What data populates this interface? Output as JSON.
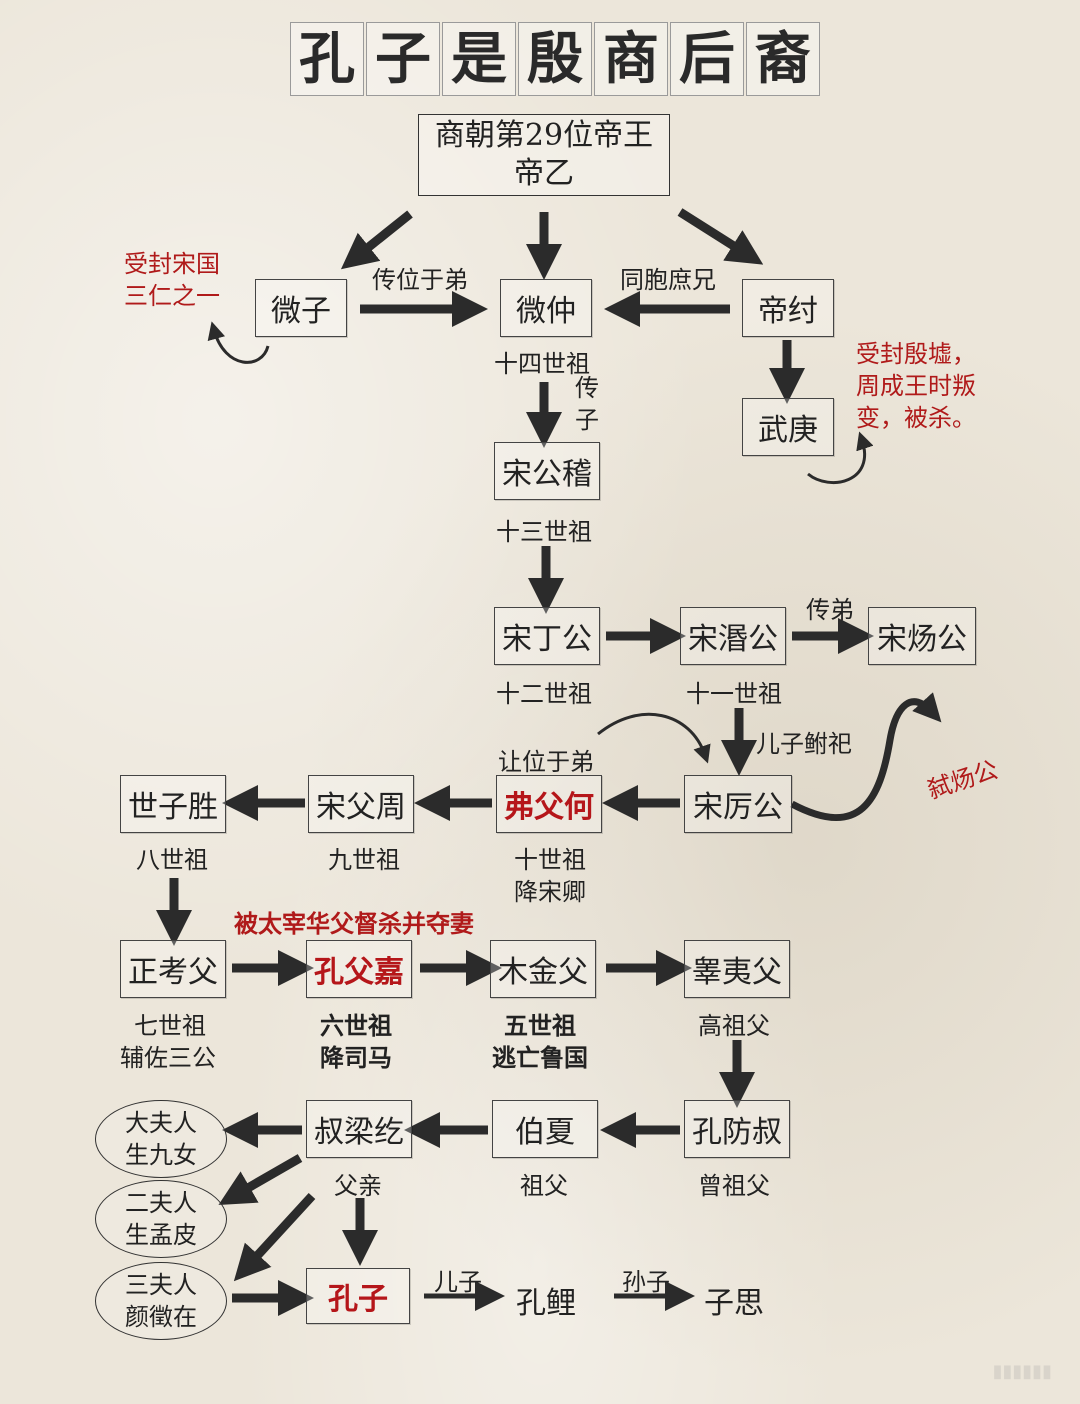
{
  "title_chars": [
    "孔",
    "子",
    "是",
    "殷",
    "商",
    "后",
    "裔"
  ],
  "root": {
    "line1": "商朝第29位帝王",
    "line2": "帝乙"
  },
  "nodes": {
    "weizi": "微子",
    "weizhong": "微仲",
    "dizhou": "帝纣",
    "wugeng": "武庚",
    "songgongji": "宋公稽",
    "songdinggong": "宋丁公",
    "songmingong": "宋湣公",
    "songyanggong": "宋炀公",
    "songligong": "宋厉公",
    "fufuhe": "弗父何",
    "songfuzhou": "宋父周",
    "shizisheng": "世子胜",
    "zhengkaofu": "正考父",
    "kongfujia": "孔父嘉",
    "mujinfu": "木金父",
    "gaoyifu": "睾夷父",
    "kongfangshu": "孔防叔",
    "boxia": "伯夏",
    "shulianghe": "叔梁纥",
    "kongzi": "孔子",
    "kongli": "孔鲤",
    "zisi": "子思"
  },
  "wives": [
    {
      "line1": "大夫人",
      "line2": "生九女"
    },
    {
      "line1": "二夫人",
      "line2": "生孟皮"
    },
    {
      "line1": "三夫人",
      "line2": "颜徵在"
    }
  ],
  "labels": {
    "chuanweiyudi": "传位于弟",
    "tongbaoshuxiong": "同胞庶兄",
    "shisishizu": "十四世祖",
    "chuanzi_1": "传",
    "chuanzi_2": "子",
    "shisanshizu": "十三世祖",
    "shiershizu": "十二世祖",
    "shiyishizu": "十一世祖",
    "chuandi": "传弟",
    "erziquji": "儿子鲋祀",
    "rangweiyudi": "让位于弟",
    "shishizu": "十世祖",
    "jiangsongqing": "降宋卿",
    "jiushizu": "九世祖",
    "bashizu": "八世祖",
    "qishizu": "七世祖",
    "fuzuosangong": "辅佐三公",
    "liushizu": "六世祖",
    "jiangsima": "降司马",
    "wushizu": "五世祖",
    "taowangluguo": "逃亡鲁国",
    "gaozufu": "高祖父",
    "zengzufu": "曾祖父",
    "zufu": "祖父",
    "fuqin": "父亲",
    "erzi": "儿子",
    "sunzi": "孙子"
  },
  "red_notes": {
    "weizi_line1": "受封宋国",
    "weizi_line2": "三仁之一",
    "wugeng_line1": "受封殷墟，",
    "wugeng_line2": "周成王时叛",
    "wugeng_line3": "变，被杀。",
    "shiyanggong": "弑炀公",
    "kongfujia": "被太宰华父督杀并夺妻"
  },
  "colors": {
    "accent_red": "#b5161a",
    "arrow": "#2b2b2b"
  }
}
